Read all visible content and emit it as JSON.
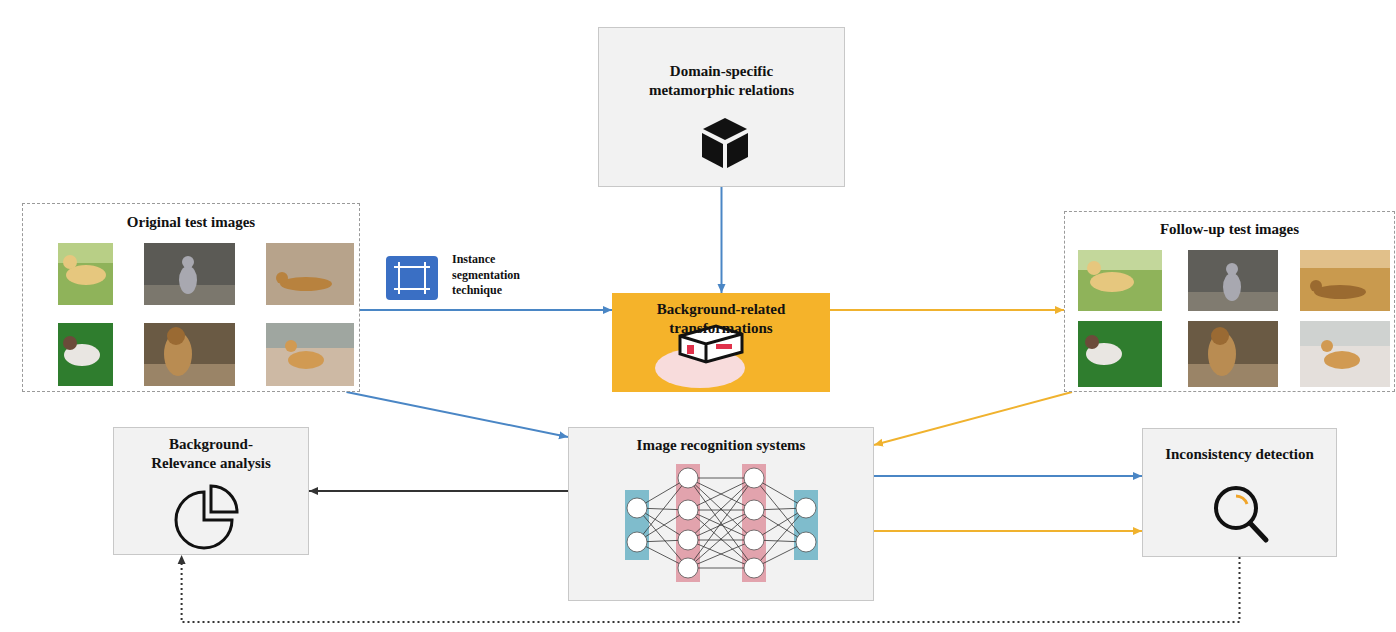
{
  "diagram": {
    "nodes": [
      {
        "text": [
          "Domain-specific metamorphic relations"
        ]
      },
      {
        "text": [
          "Original test images"
        ]
      },
      {
        "text": [
          "Background-related transformations"
        ]
      },
      {
        "text": [
          "Follow-up test images"
        ]
      },
      {
        "text": [
          "Background- Relevance analysis"
        ]
      },
      {
        "text": [
          "Image recognition systems"
        ]
      },
      {
        "text": [
          "Inconsistency detection"
        ]
      }
    ],
    "edges": [
      {
        "from": 0,
        "to": 2,
        "arrow": "to"
      },
      {
        "from": 1,
        "to": 2,
        "label": "Instance segmentation technique",
        "arrow": "to"
      },
      {
        "from": 2,
        "to": 3,
        "arrow": "to"
      },
      {
        "from": 1,
        "to": 5,
        "arrow": "to"
      },
      {
        "from": 3,
        "to": 5,
        "arrow": "to"
      },
      {
        "from": 5,
        "to": 4,
        "arrow": "to"
      },
      {
        "from": 5,
        "to": 6,
        "arrow": "to"
      },
      {
        "from": 5,
        "to": 6,
        "arrow": "to"
      },
      {
        "from": 6,
        "to": 4,
        "arrow": "to"
      }
    ]
  }
}
